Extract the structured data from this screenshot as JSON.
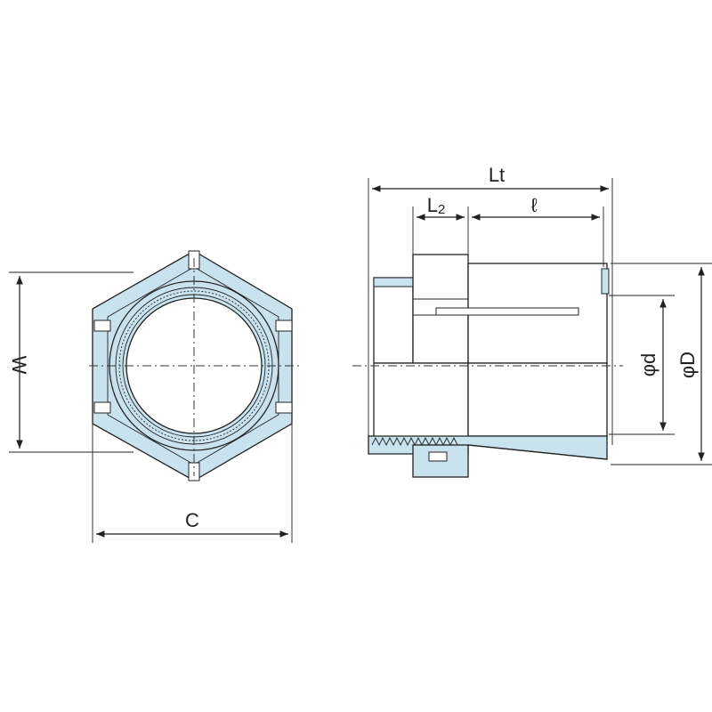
{
  "labels": {
    "W": "W",
    "C": "C",
    "Lt": "Lt",
    "L2": "L2",
    "l": "ℓ",
    "phi_d": "φd",
    "phi_D": "φD"
  },
  "colors": {
    "body_fill": "#c9e3ee",
    "line": "#222222"
  }
}
